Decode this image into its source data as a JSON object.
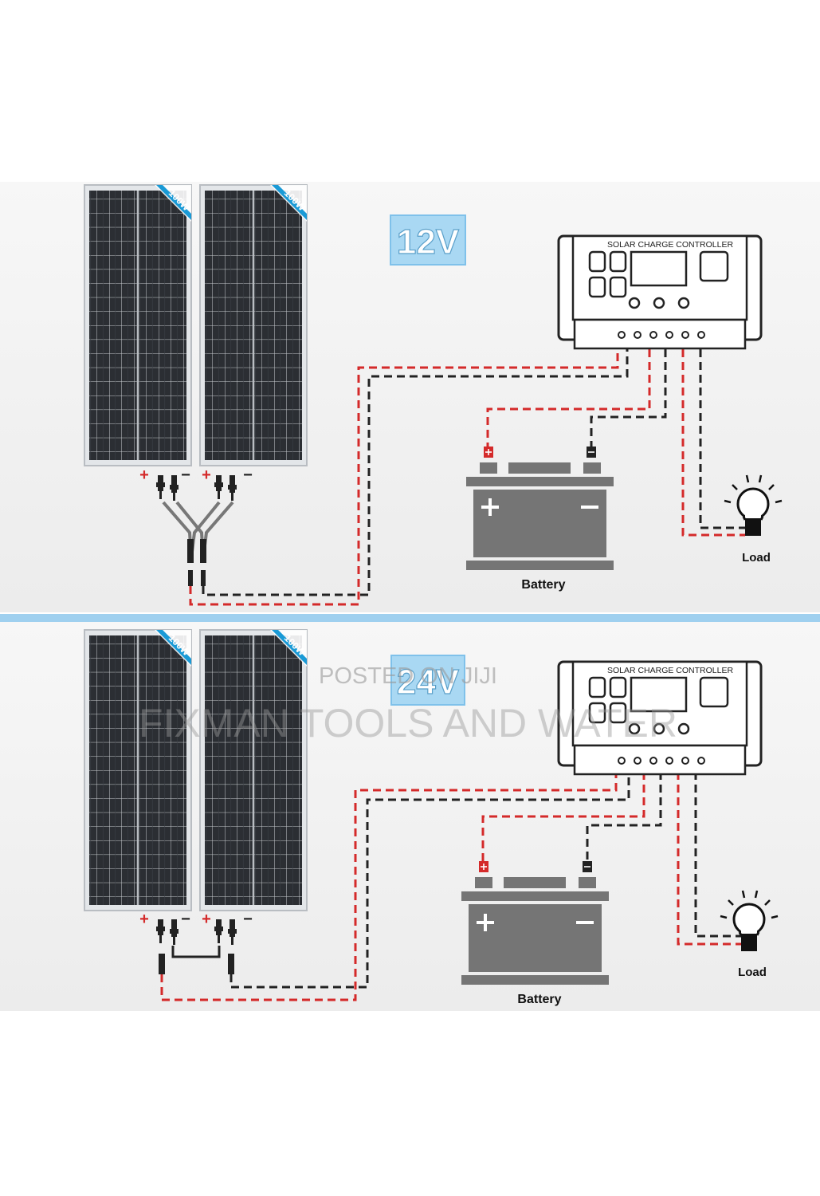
{
  "top": {
    "voltage": "12V",
    "panel_rating": "100W",
    "controller_label": "SOLAR CHARGE CONTROLLER",
    "battery_label": "Battery",
    "load_label": "Load",
    "plus": "+",
    "minus": "−"
  },
  "bottom": {
    "voltage": "24V",
    "panel_rating": "100W",
    "controller_label": "SOLAR CHARGE CONTROLLER",
    "battery_label": "Battery",
    "load_label": "Load",
    "plus": "+",
    "minus": "−"
  },
  "watermark": {
    "line1": "POSTED ON JIJI",
    "line2": "FIXMAN TOOLS AND WATER"
  },
  "colors": {
    "positive_wire": "#d42a2a",
    "negative_wire": "#222222",
    "divider": "#9fd0ef",
    "badge_bg": "#a9d8f3",
    "panel_cell": "#2a2d31",
    "battery": "#757575"
  }
}
